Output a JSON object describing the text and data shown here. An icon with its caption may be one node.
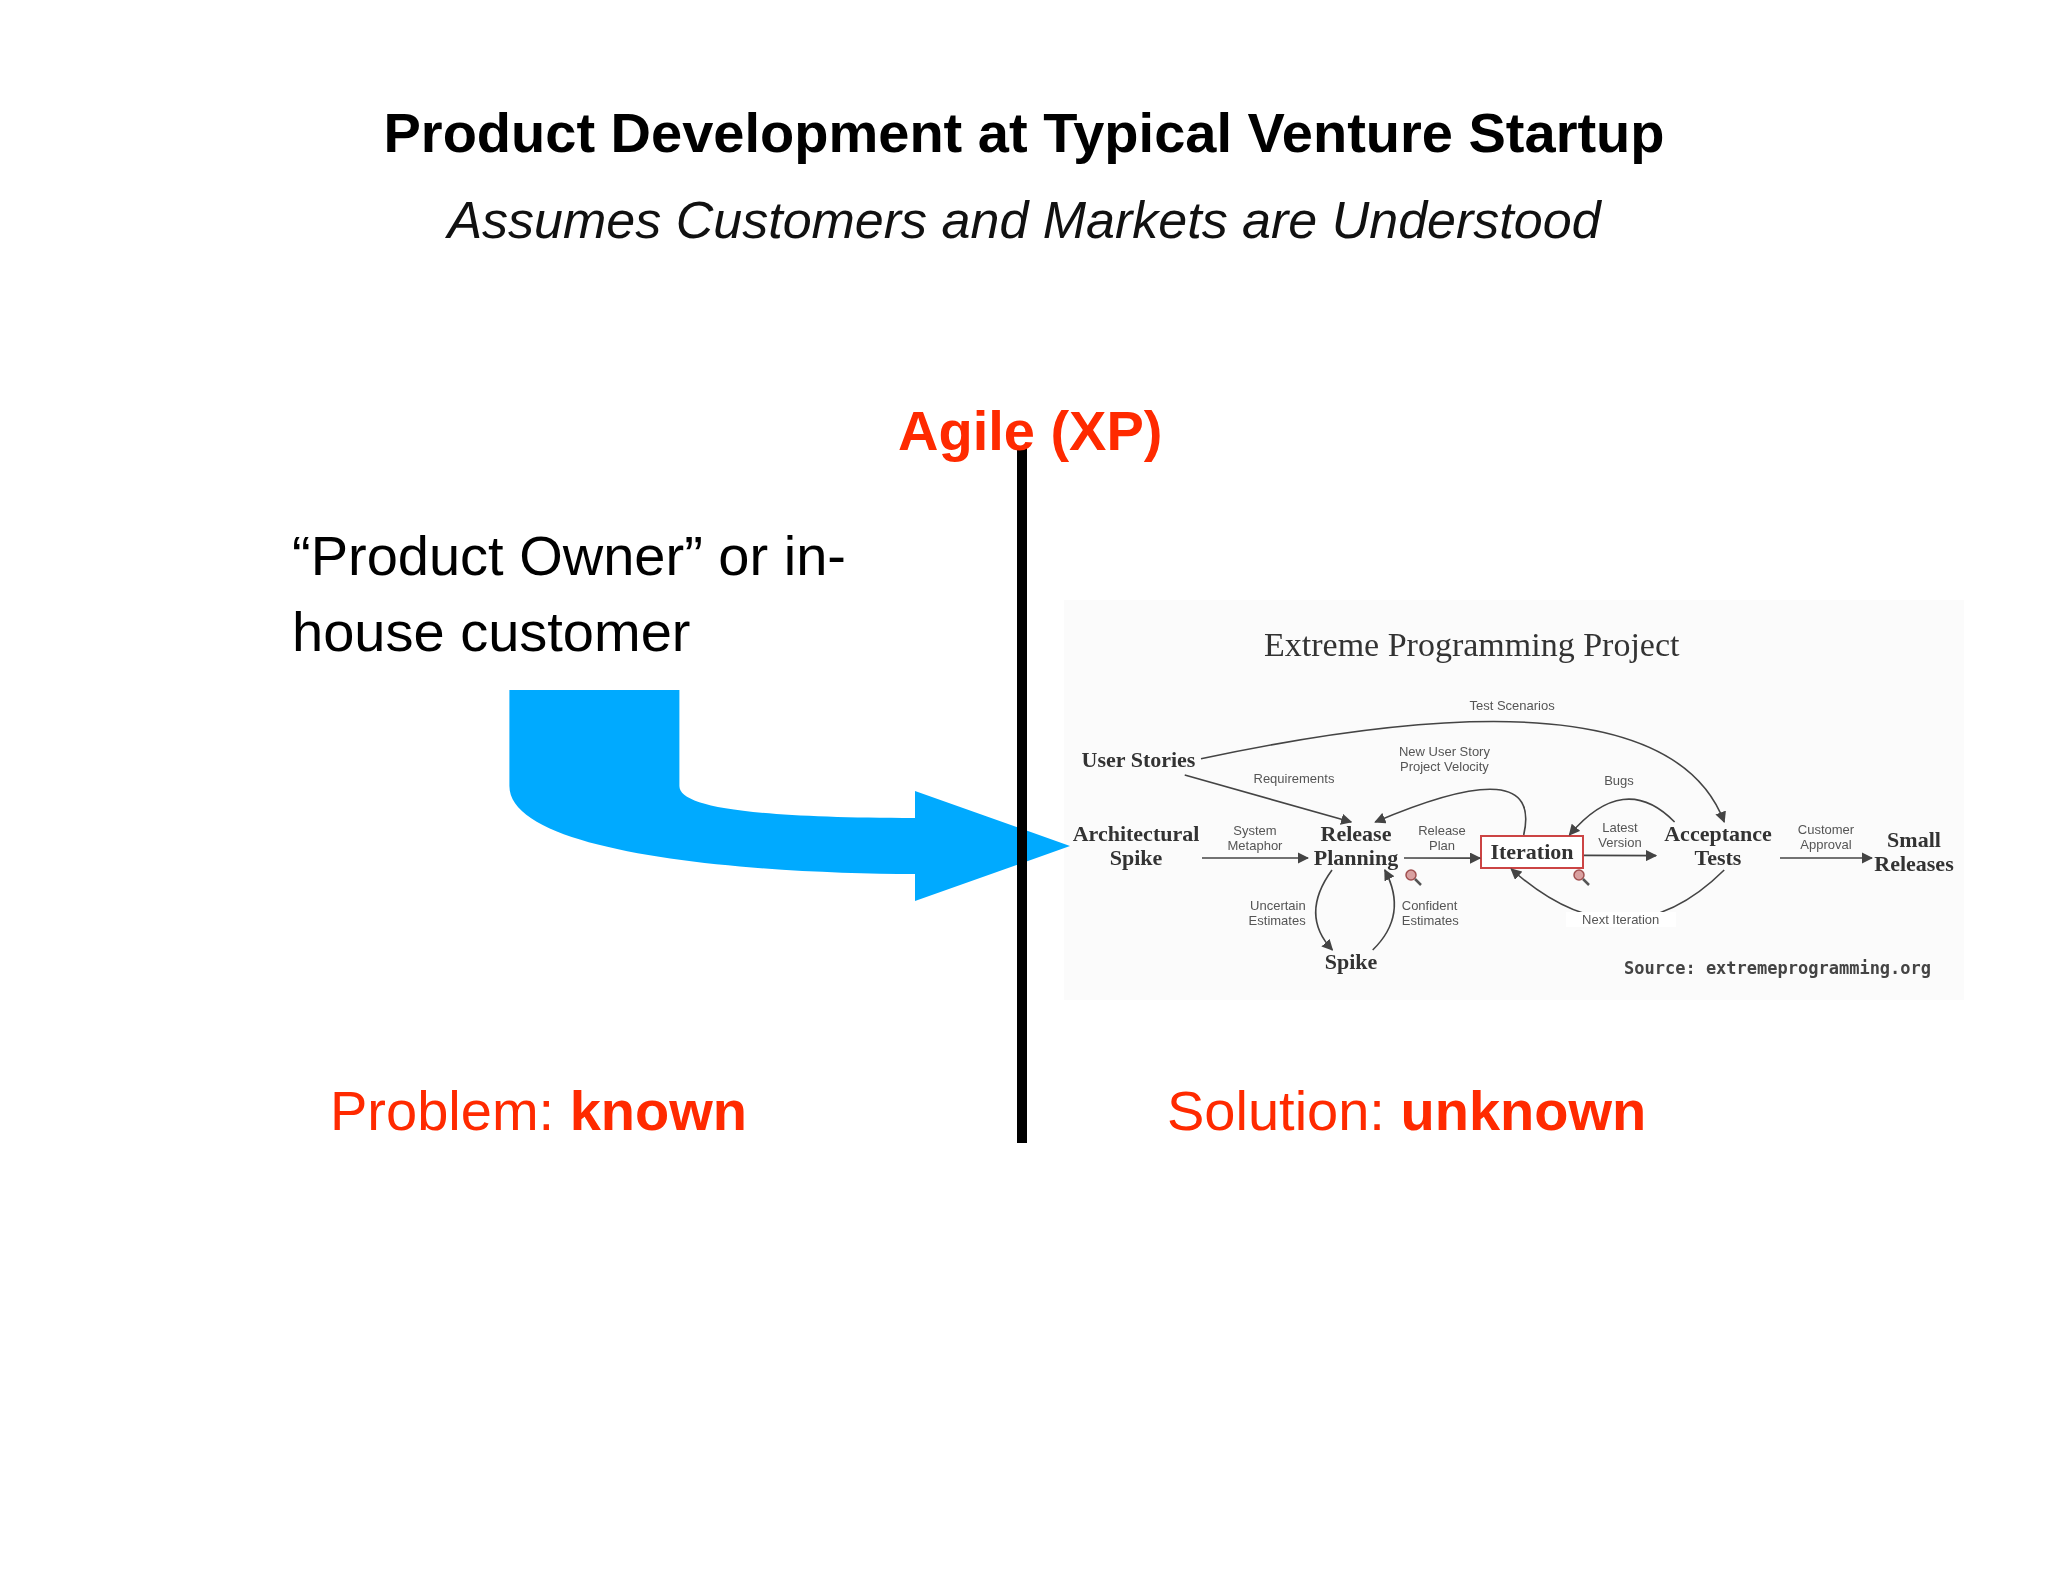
{
  "diagram": {
    "title": "Product Development at Typical Venture Startup",
    "caption": "Assumes Customers and Markets are Understood",
    "nodes": [
      {
        "text": [
          "“Product Owner” or in-house customer"
        ]
      },
      {
        "text": [
          "Extreme Programming Project"
        ]
      },
      {
        "text": [
          "User Stories"
        ],
        "in": 1
      },
      {
        "text": [
          "Architectural Spike"
        ],
        "in": 1
      },
      {
        "text": [
          "Release Planning"
        ],
        "in": 1
      },
      {
        "text": [
          "Iteration"
        ],
        "in": 1
      },
      {
        "text": [
          "Acceptance Tests"
        ],
        "in": 1
      },
      {
        "text": [
          "Small Releases"
        ],
        "in": 1
      },
      {
        "text": [
          "Spike"
        ],
        "in": 1
      }
    ],
    "edges": [
      {
        "from": 0,
        "to": 3,
        "arrow": "to",
        "style": "thick",
        "color": "#00aaff"
      },
      {
        "from": 2,
        "to": 6,
        "arrow": "to",
        "label": "Test Scenarios"
      },
      {
        "from": 2,
        "to": 4,
        "arrow": "to",
        "label": "Requirements"
      },
      {
        "from": 3,
        "to": 4,
        "arrow": "to",
        "label": "System Metaphor"
      },
      {
        "from": 5,
        "to": 4,
        "arrow": "to",
        "label": "New User Story Project Velocity"
      },
      {
        "from": 4,
        "to": 5,
        "arrow": "to",
        "label": "Release Plan"
      },
      {
        "from": 6,
        "to": 5,
        "arrow": "to",
        "label": "Bugs"
      },
      {
        "from": 5,
        "to": 6,
        "arrow": "to",
        "label": "Latest Version"
      },
      {
        "from": 6,
        "to": 7,
        "arrow": "to",
        "label": "Customer Approval"
      },
      {
        "from": 6,
        "to": 5,
        "arrow": "to",
        "label": "Next Iteration"
      },
      {
        "from": 4,
        "to": 8,
        "arrow": "to",
        "label": "Uncertain Estimates"
      },
      {
        "from": 8,
        "to": 4,
        "arrow": "to",
        "label": "Confident Estimates"
      }
    ],
    "labels": [
      "Agile (XP)",
      "Problem: **known**",
      "Solution: **unknown**",
      "Source: extremeprogramming.org"
    ]
  }
}
